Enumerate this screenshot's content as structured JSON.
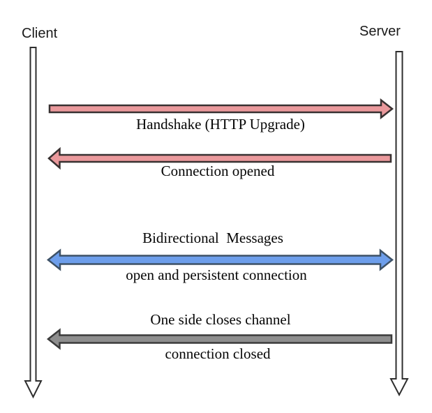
{
  "diagram": {
    "type": "sequence-diagram",
    "topic": "WebSocket connection lifecycle",
    "actors": [
      {
        "name": "Client"
      },
      {
        "name": "Server"
      }
    ],
    "lifeline": {
      "fill": "#ffffff",
      "stroke": "#2e2e2e"
    },
    "messages": [
      {
        "label": "Handshake (HTTP Upgrade)",
        "from": "Client",
        "to": "Server",
        "direction": "right",
        "fill": "#ea999c",
        "stroke": "#383131"
      },
      {
        "label": "Connection opened",
        "from": "Server",
        "to": "Client",
        "direction": "left",
        "fill": "#ea999c",
        "stroke": "#383131"
      },
      {
        "label": "Bidirectional  Messages",
        "sublabel": "open and persistent connection",
        "from": "Client",
        "to": "Server",
        "direction": "both",
        "fill": "#6d9eeb",
        "stroke": "#3d5166"
      },
      {
        "label": "One side closes channel",
        "sublabel": "connection closed",
        "from": "Server",
        "to": "Client",
        "direction": "left",
        "fill": "#8e8e8e",
        "stroke": "#3b3b3b"
      }
    ]
  }
}
